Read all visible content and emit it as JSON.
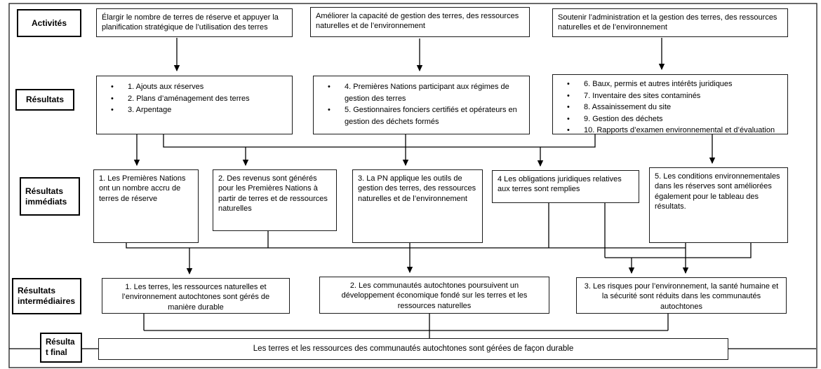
{
  "diagram": {
    "labels": {
      "activities": "Activités",
      "results": "Résultats",
      "immediate": "Résultats immédiats",
      "intermediate": "Résultats intermédiaires",
      "final": "Résultat final"
    },
    "activities": [
      "Élargir le nombre de terres de réserve et appuyer la planification stratégique de l’utilisation des terres",
      "Améliorer la capacité de gestion des terres, des ressources naturelles et de l’environnement",
      "Soutenir l’administration et la gestion des terres, des ressources naturelles et de l’environnement"
    ],
    "results": [
      {
        "items": [
          "1. Ajouts aux réserves",
          "2. Plans d’aménagement des terres",
          "3. Arpentage"
        ]
      },
      {
        "items": [
          "4. Premières Nations participant aux régimes de gestion des terres",
          "5. Gestionnaires fonciers certifiés et opérateurs en gestion des déchets formés"
        ]
      },
      {
        "items": [
          "6.  Baux, permis et autres intérêts juridiques",
          "7.  Inventaire des sites contaminés",
          "8.  Assainissement du site",
          "9. Gestion des déchets",
          "10. Rapports d’examen environnemental et d’évaluation"
        ]
      }
    ],
    "immediate": [
      "1. Les Premières Nations ont un nombre accru de terres de réserve",
      "2. Des revenus sont générés pour les Premières Nations à partir de terres et de ressources naturelles",
      "3. La PN applique les outils de gestion des terres, des ressources naturelles et de l’environnement",
      "4 Les obligations juridiques relatives aux terres sont remplies",
      "5. Les conditions environnementales dans les réserves sont améliorées également pour le tableau des résultats."
    ],
    "intermediate": [
      "1. Les terres, les ressources naturelles et l’environnement autochtones sont gérés de manière durable",
      "2. Les communautés autochtones poursuivent un développement économique fondé sur les terres et les ressources naturelles",
      "3. Les risques pour l’environnement, la santé humaine et la sécurité sont réduits dans les communautés autochtones"
    ],
    "final_outcome": "Les terres et les ressources des communautés autochtones sont gérées de façon durable",
    "colors": {
      "line": "#000000",
      "border": "#1a1a1a",
      "background": "#ffffff"
    }
  }
}
